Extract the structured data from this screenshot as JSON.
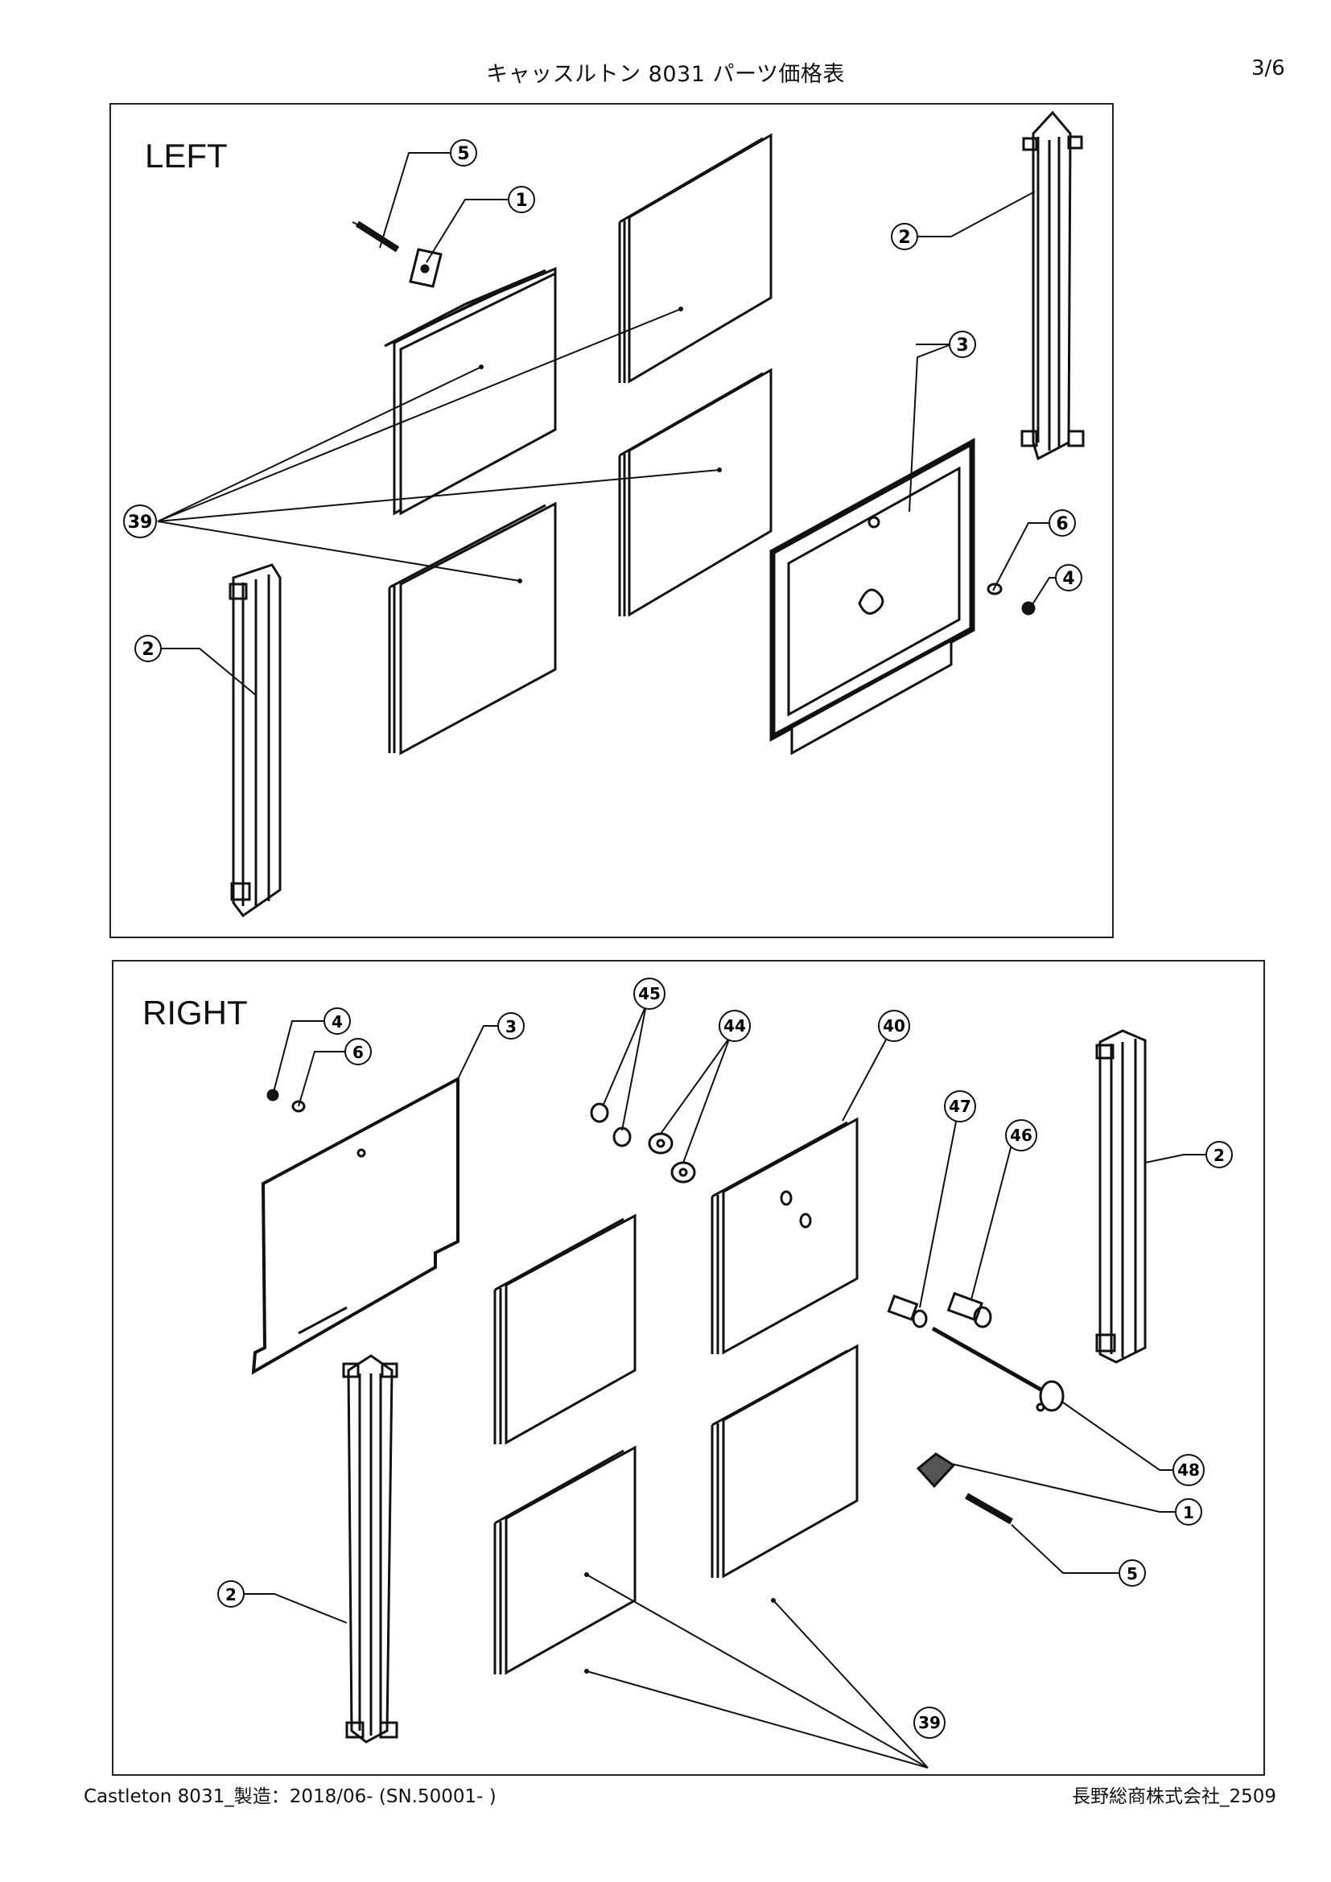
{
  "header": {
    "title": "キャッスルトン 8031 パーツ価格表",
    "page": "3/6"
  },
  "panels": {
    "left": {
      "label": "LEFT",
      "callouts": {
        "c5": "5",
        "c1": "1",
        "c2a": "2",
        "c3": "3",
        "c39": "39",
        "c6": "6",
        "c4": "4",
        "c2b": "2"
      }
    },
    "right": {
      "label": "RIGHT",
      "callouts": {
        "c4": "4",
        "c6": "6",
        "c3": "3",
        "c45": "45",
        "c44": "44",
        "c40": "40",
        "c47": "47",
        "c46": "46",
        "c2a": "2",
        "c48": "48",
        "c1": "1",
        "c2b": "2",
        "c5": "5",
        "c39": "39"
      }
    }
  },
  "footer": {
    "left": "Castleton 8031_製造：2018/06- (SN.50001- )",
    "right": "長野総商株式会社_2509"
  }
}
